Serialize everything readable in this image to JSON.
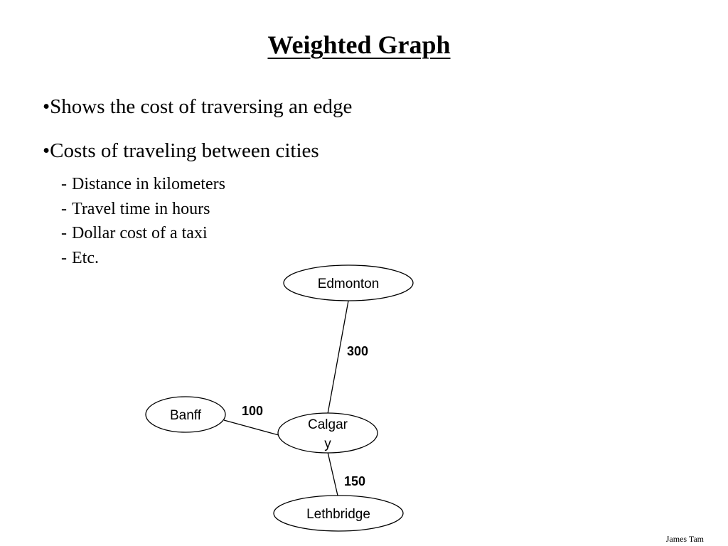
{
  "title": "Weighted Graph",
  "bullets": [
    {
      "marker": "•",
      "text": "Shows the cost of traversing an edge"
    },
    {
      "marker": "•",
      "text": "Costs of traveling between cities"
    }
  ],
  "sub_bullets": [
    {
      "marker": "-",
      "text": "Distance in kilometers"
    },
    {
      "marker": "-",
      "text": "Travel time in hours"
    },
    {
      "marker": "-",
      "text": "Dollar cost of a taxi"
    },
    {
      "marker": "-",
      "text": "Etc."
    }
  ],
  "graph": {
    "nodes": {
      "edmonton": "Edmonton",
      "banff": "Banff",
      "calgary_line1": "Calgar",
      "calgary_line2": "y",
      "lethbridge": "Lethbridge"
    },
    "edges": {
      "edmonton_calgary": "300",
      "banff_calgary": "100",
      "calgary_lethbridge": "150"
    }
  },
  "footer": "James Tam"
}
